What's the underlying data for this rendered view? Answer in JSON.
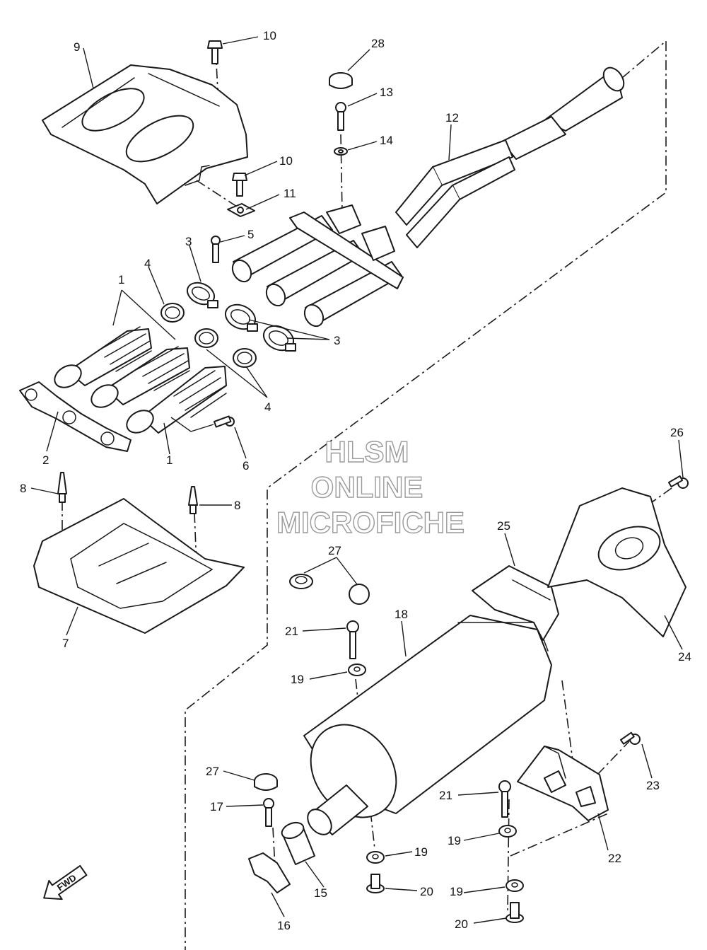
{
  "watermark": {
    "line1": "HLSM",
    "line2": "ONLINE",
    "line3": "MICROFICHE"
  },
  "fwd_label": "FWD",
  "callouts": {
    "c1a": "1",
    "c1b": "1",
    "c2": "2",
    "c3a": "3",
    "c3b": "3",
    "c4a": "4",
    "c4b": "4",
    "c5": "5",
    "c6": "6",
    "c7": "7",
    "c8a": "8",
    "c8b": "8",
    "c9": "9",
    "c10a": "10",
    "c10b": "10",
    "c11": "11",
    "c12": "12",
    "c13": "13",
    "c14": "14",
    "c15": "15",
    "c16": "16",
    "c17": "17",
    "c18": "18",
    "c19a": "19",
    "c19b": "19",
    "c19c": "19",
    "c19d": "19",
    "c20a": "20",
    "c20b": "20",
    "c21a": "21",
    "c21b": "21",
    "c22": "22",
    "c23": "23",
    "c24": "24",
    "c25": "25",
    "c26": "26",
    "c27a": "27",
    "c27b": "27",
    "c28": "28"
  }
}
